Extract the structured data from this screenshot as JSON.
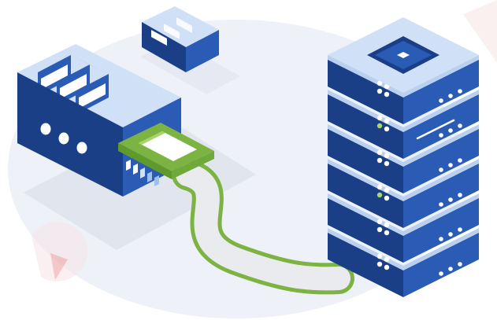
{
  "illustration": {
    "subjects": [
      "factory-building",
      "connected-module",
      "data-cable",
      "server-rack"
    ],
    "palette": {
      "background": "#ffffff",
      "backdrop": "#eef1f7",
      "shadow": "#e1e5ee",
      "blue_dark": "#1b3f86",
      "blue_mid": "#2a5bb5",
      "blue_light": "#3d73cc",
      "blue_top": "#cfe0f7",
      "blue_top_alt": "#b9d0f0",
      "green": "#7cb342",
      "green_light": "#a8d46a",
      "cable_fill": "#e9ebef",
      "white": "#ffffff",
      "accent_red": "#e64b4b"
    },
    "server_units": 6,
    "factory_windows": 3,
    "factory_vents": 3,
    "roof_module_windows": 3
  }
}
